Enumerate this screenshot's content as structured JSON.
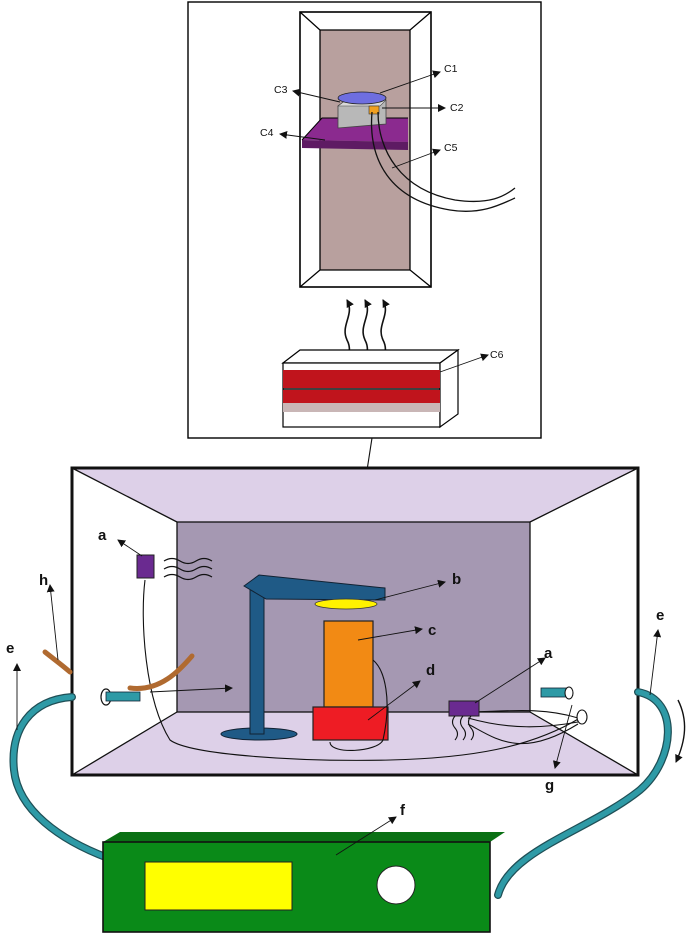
{
  "colors": {
    "chamber_outer": "#ddd0e8",
    "chamber_back": "#a598b2",
    "column_back": "#b8a09e",
    "heater": "#c0141c",
    "orange_block": "#f28a14",
    "red_block": "#ee1c24",
    "stand": "#1f5a86",
    "yellow_disc": "#fff200",
    "purple": "#6a2a90",
    "platform": "#8b2a8f",
    "disc": "#6e6ee0",
    "pipe": "#2e9aa6",
    "rod": "#b06a30",
    "device_body": "#0a8a18",
    "device_screen": "#ffff00"
  },
  "inset": {
    "labels": {
      "c1": "C1",
      "c2": "C2",
      "c3": "C3",
      "c4": "C4",
      "c5": "C5",
      "c6": "C6"
    }
  },
  "chamber": {
    "labels": {
      "a_left": "a",
      "a_right": "a",
      "b": "b",
      "c": "c",
      "d": "d",
      "e_left": "e",
      "e_right": "e",
      "f": "f",
      "g": "g",
      "h": "h"
    }
  }
}
